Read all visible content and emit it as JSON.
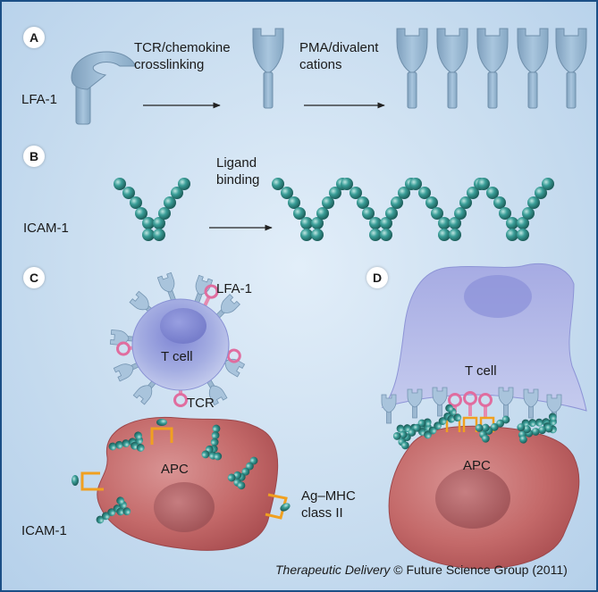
{
  "panels": {
    "a": "A",
    "b": "B",
    "c": "C",
    "d": "D"
  },
  "panel_a": {
    "molecule_label": "LFA-1",
    "step1_line1": "TCR/chemokine",
    "step1_line2": "crosslinking",
    "step2_line1": "PMA/divalent",
    "step2_line2": "cations"
  },
  "panel_b": {
    "molecule_label": "ICAM-1",
    "step_line1": "Ligand",
    "step_line2": "binding"
  },
  "panel_c": {
    "lfa1_label": "LFA-1",
    "tcell_label": "T cell",
    "tcr_label": "TCR",
    "apc_label": "APC",
    "icam_label": "ICAM-1",
    "mhc_line1": "Ag–MHC",
    "mhc_line2": "class II"
  },
  "panel_d": {
    "tcell_label": "T cell",
    "apc_label": "APC"
  },
  "credit": {
    "journal": "Therapeutic Delivery",
    "rest": " © Future Science Group (2011)"
  },
  "colors": {
    "background": "#c7dcef",
    "border": "#1b4f86",
    "integrin": "#93b4cf",
    "icam_bead": "#2f8f8a",
    "tcr": "#e58ab0",
    "mhc": "#f0a020",
    "tcell": "#9aa3de",
    "apc": "#c96c6c"
  }
}
